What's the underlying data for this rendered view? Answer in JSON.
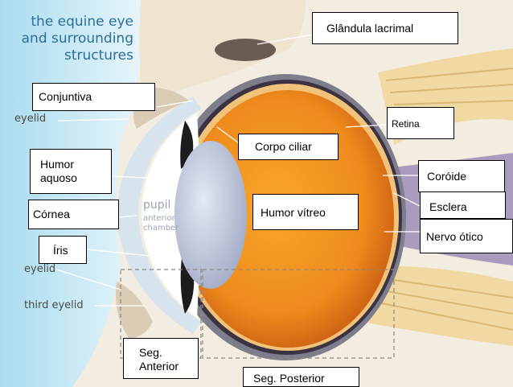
{
  "title": {
    "line1": "the equine eye",
    "line2": "and surrounding",
    "line3": "structures"
  },
  "original_labels": {
    "eyelid_upper": "eyelid",
    "pupil": "pupil",
    "anterior_chamber_1": "anterior",
    "anterior_chamber_2": "chamber",
    "eyelid_lower": "eyelid",
    "third_eyelid": "third eyelid"
  },
  "labels": {
    "glandula_lacrimal": "Glândula lacrimal",
    "conjuntiva": "Conjuntiva",
    "retina": "Retina",
    "humor_aquoso_1": "Humor",
    "humor_aquoso_2": "aquoso",
    "corpo_ciliar": "Corpo ciliar",
    "coroide": "Coróide",
    "cornea": "Córnea",
    "humor_vitreo": "Humor vítreo",
    "esclera": "Esclera",
    "iris": "Íris",
    "nervo_otico": "Nervo ótico",
    "seg_anterior_1": "Seg.",
    "seg_anterior_2": "Anterior",
    "seg_posterior": "Seg. Posterior"
  },
  "colors": {
    "sky": "#bfe6f3",
    "background": "#f3ece0",
    "vitreous": "#ee8a1c",
    "vitreous_dark": "#c85b12",
    "sclera": "#7d7d8c",
    "lens": "#c9d1e3",
    "nerve": "#a89bbd",
    "muscle": "#f1d9a4",
    "title": "#2b6f9a"
  }
}
